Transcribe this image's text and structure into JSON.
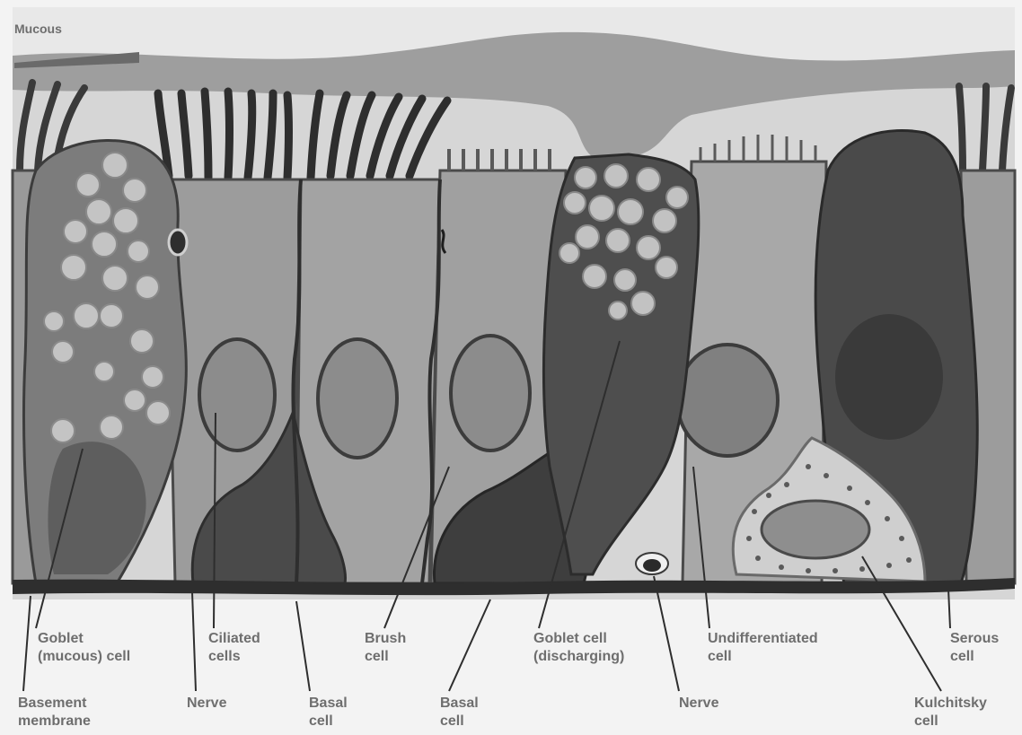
{
  "labels": {
    "mucus": "Mucous",
    "goblet_mucous": [
      "Goblet",
      "(mucous)  cell"
    ],
    "ciliated": [
      "Ciliated",
      "cells"
    ],
    "brush": [
      "Brush",
      "cell"
    ],
    "goblet_discharging": [
      "Goblet  cell",
      "(discharging)"
    ],
    "undifferentiated": [
      "Undifferentiated",
      "cell"
    ],
    "serous": [
      "Serous",
      "cell"
    ],
    "basement": [
      "Basement",
      "membrane"
    ],
    "nerve_left": "Nerve",
    "basal_left": [
      "Basal",
      "cell"
    ],
    "basal_mid": [
      "Basal",
      "cell"
    ],
    "nerve_right": "Nerve",
    "kulchitsky": [
      "Kulchitsky",
      "cell"
    ]
  }
}
